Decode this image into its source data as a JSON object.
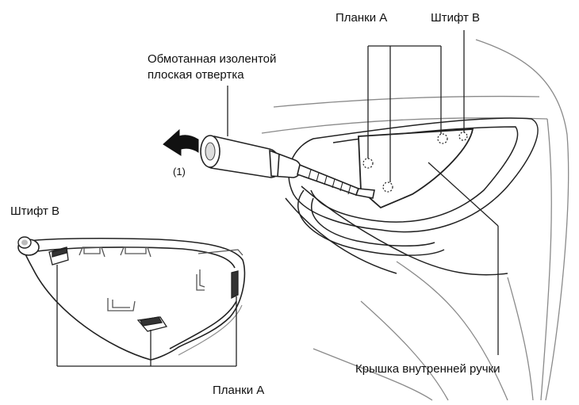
{
  "labels": {
    "planki_a_top": "Планки A",
    "shtift_b_top": "Штифт B",
    "screwdriver_line1": "Обмотанная изолентой",
    "screwdriver_line2": "плоская отвертка",
    "step_number": "(1)",
    "shtift_b_left": "Штифт B",
    "cover_label": "Крышка внутренней ручки",
    "planki_a_bottom": "Планки A"
  },
  "icons": {
    "pull_arrow": "arrow-pull-left-icon"
  },
  "colors": {
    "line": "#222222",
    "light_line": "#8a8a8a",
    "background": "#ffffff"
  }
}
